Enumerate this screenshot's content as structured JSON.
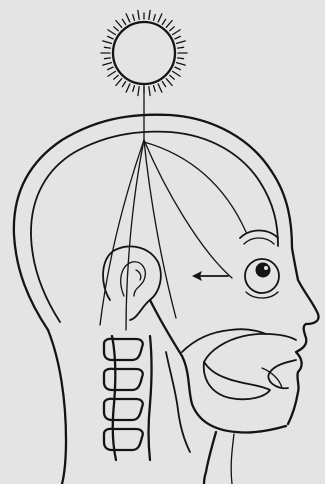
{
  "figure": {
    "background": "#e4e4e4",
    "ink": "#141414",
    "parts": [
      "sun",
      "rays",
      "skull",
      "light-beams",
      "ear",
      "eye",
      "arrow",
      "face-profile",
      "mouth",
      "tongue",
      "spine",
      "neck"
    ]
  }
}
